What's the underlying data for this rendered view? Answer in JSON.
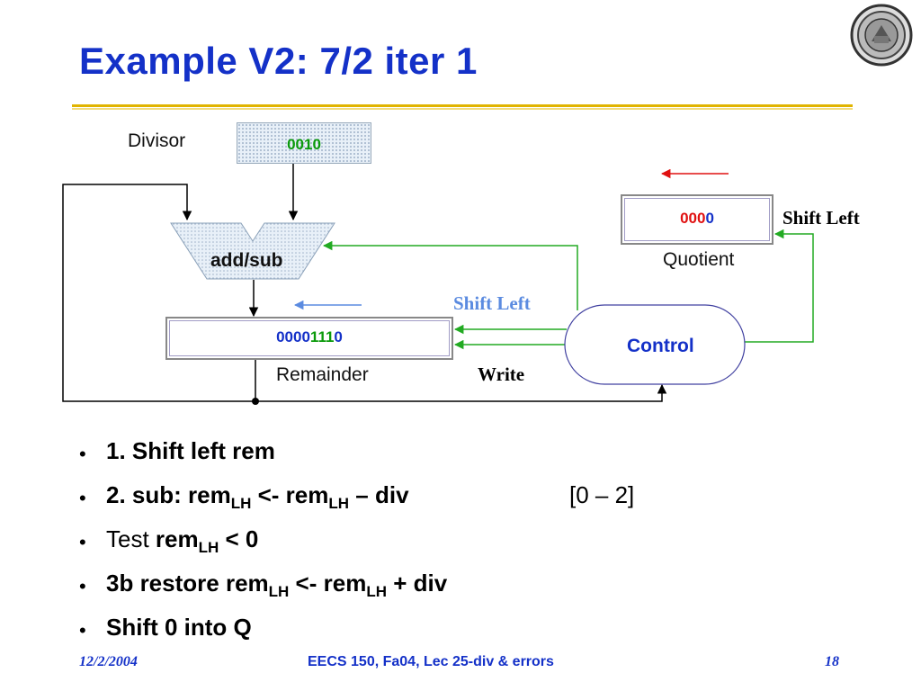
{
  "slide": {
    "title": "Example V2: 7/2 iter 1"
  },
  "diagram": {
    "divisor_label": "Divisor",
    "divisor_value": "0010",
    "alu_label": "add/sub",
    "remainder_value_part1": "0000",
    "remainder_value_part2": "111",
    "remainder_value_part3": "0",
    "remainder_label": "Remainder",
    "quotient_value_part1": "000",
    "quotient_value_part2": "0",
    "quotient_label": "Quotient",
    "shift_left_quotient": "Shift Left",
    "shift_left_remainder": "Shift Left",
    "write_label": "Write",
    "control_label": "Control"
  },
  "bullets": {
    "b1": "1. Shift left rem",
    "b2_a": "2. sub: rem",
    "b2_sub1": "LH",
    "b2_b": " <- rem",
    "b2_sub2": "LH",
    "b2_c": " – div",
    "b2_range": "[0 – 2]",
    "b3_a": "Test ",
    "b3_b": "rem",
    "b3_sub": "LH",
    "b3_c": " < 0",
    "b4_a": "3b restore rem",
    "b4_sub1": "LH",
    "b4_b": " <- rem",
    "b4_sub2": "LH",
    "b4_c": " + div",
    "b5": "Shift 0 into Q"
  },
  "footer": {
    "date": "12/2/2004",
    "course": "EECS 150, Fa04, Lec 25-div & errors",
    "page": "18"
  },
  "colors": {
    "title": "#1431c8",
    "green_path": "#22aa22",
    "red_arrow": "#e01010",
    "blue_arrow": "#5b8be0",
    "value_green": "#0a9a0a",
    "value_blue": "#1431c8"
  }
}
